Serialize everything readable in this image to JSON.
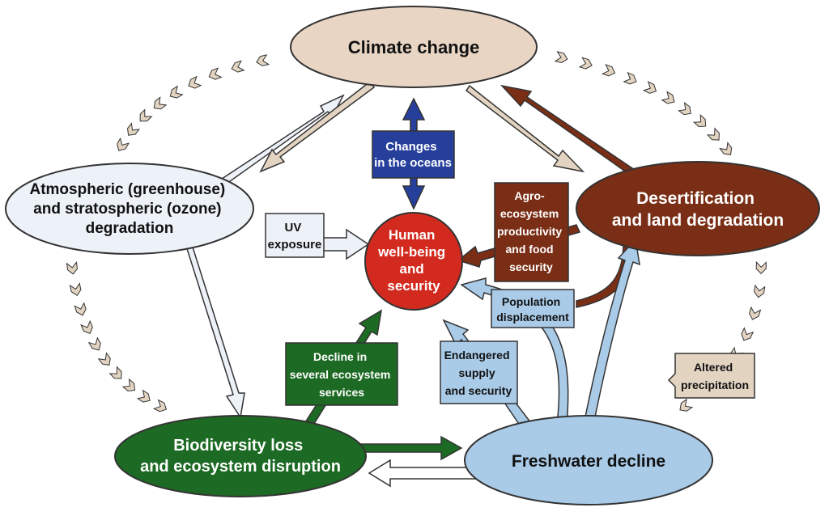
{
  "nodes": {
    "climate": {
      "label": "Climate change",
      "color": "#e8d5c4"
    },
    "atmospheric": {
      "lines": [
        "Atmospheric (greenhouse)",
        "and stratospheric (ozone)",
        "degradation"
      ],
      "color": "#edf1f8"
    },
    "desertification": {
      "lines": [
        "Desertification",
        "and land degradation"
      ],
      "color": "#7a2e16"
    },
    "human": {
      "lines": [
        "Human",
        "well-being",
        "and",
        "security"
      ],
      "color": "#d32a1f"
    },
    "biodiversity": {
      "lines": [
        "Biodiversity loss",
        "and ecosystem disruption"
      ],
      "color": "#1d6a24"
    },
    "freshwater": {
      "label": "Freshwater decline",
      "color": "#a9cbe8"
    }
  },
  "labels": {
    "oceans": {
      "lines": [
        "Changes",
        "in the oceans"
      ],
      "color": "#263f9b"
    },
    "uv": {
      "lines": [
        "UV",
        "exposure"
      ]
    },
    "agro": {
      "lines": [
        "Agro-",
        "ecosystem",
        "productivity",
        "and food",
        "security"
      ],
      "color": "#7a2e16"
    },
    "population": {
      "lines": [
        "Population",
        "displacement"
      ]
    },
    "decline": {
      "lines": [
        "Decline in",
        "several ecosystem",
        "services"
      ],
      "color": "#1d6a24"
    },
    "endangered": {
      "lines": [
        "Endangered",
        "supply",
        "and security"
      ]
    },
    "precipitation": {
      "lines": [
        "Altered",
        "precipitation"
      ]
    }
  },
  "colors": {
    "dashed_arrows": "#e3d4c2",
    "outline": "#333333",
    "light_arrow": "#edf1f8",
    "tan_arrow": "#e3d4c2",
    "blue_arrow": "#a9cbe8"
  }
}
